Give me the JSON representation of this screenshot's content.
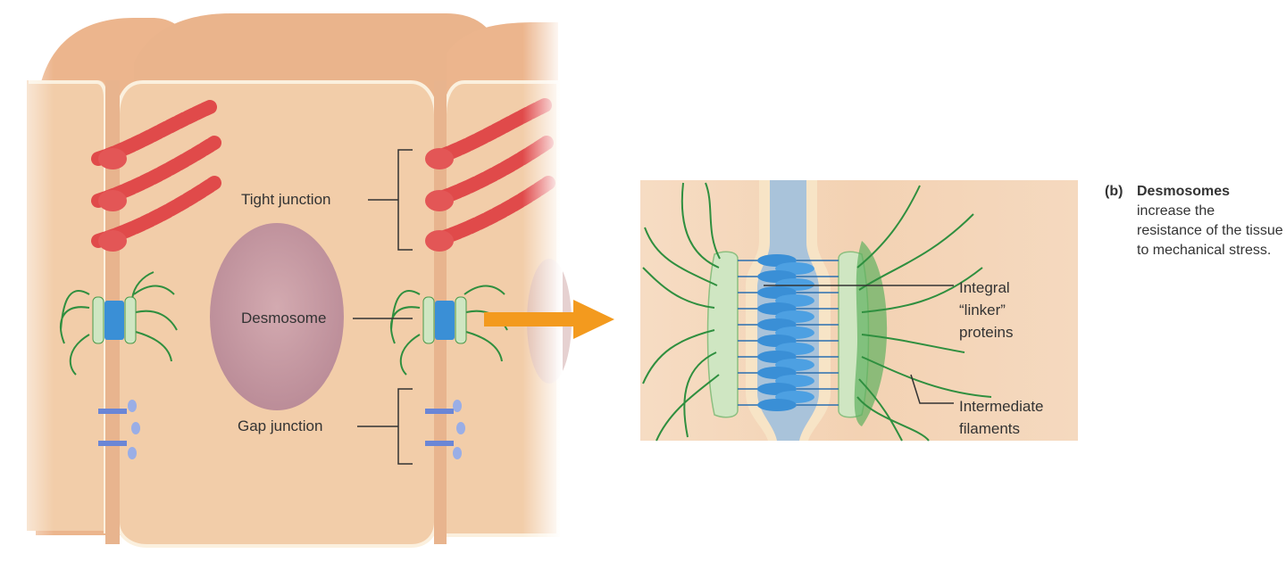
{
  "labels": {
    "tight_junction": "Tight junction",
    "desmosome": "Desmosome",
    "gap_junction": "Gap junction",
    "integral_line1": "Integral",
    "integral_line2": "“linker”",
    "integral_line3": "proteins",
    "intermediate_line1": "Intermediate",
    "intermediate_line2": "filaments"
  },
  "caption": {
    "tag": "(b)",
    "title": "Desmosomes",
    "body": "increase the resistance of the tissue to mechanical stress."
  },
  "colors": {
    "cell": "#efc9a4",
    "cell_edge": "#d99a73",
    "membrane": "#fbf0de",
    "nucleus": "#c59aa4",
    "tight_junction": "#e04a4a",
    "desmosome_plaque": "#cfe6c2",
    "linker_protein": "#3a8fd6",
    "filament": "#2f8f3f",
    "arrow": "#f39a1e"
  }
}
